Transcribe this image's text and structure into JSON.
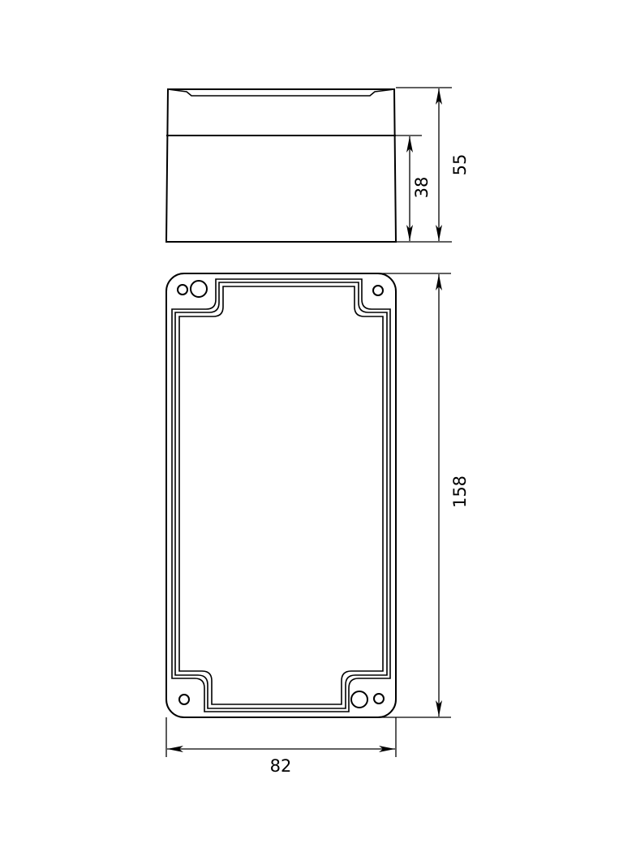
{
  "dimensions": {
    "total_height": "55",
    "base_height": "38",
    "length": "158",
    "width": "82"
  },
  "colors": {
    "line": "#000000",
    "background": "#ffffff"
  }
}
